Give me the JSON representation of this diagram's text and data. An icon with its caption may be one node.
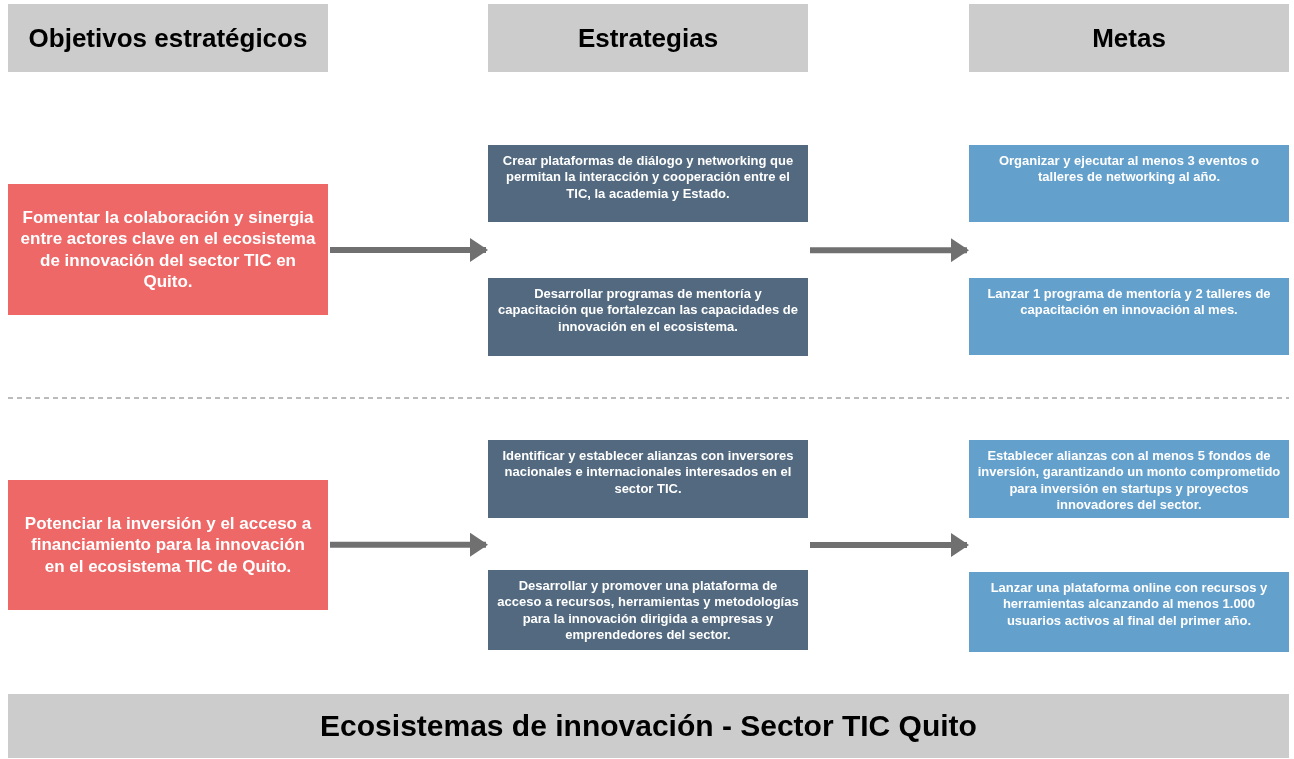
{
  "diagram": {
    "nodes": [
      {
        "text": [
          "Objetivos estratégicos"
        ]
      },
      {
        "text": [
          "Estrategias"
        ]
      },
      {
        "text": [
          "Metas"
        ]
      },
      {
        "text": [
          "Fomentar la colaboración y sinergia entre actores clave en el ecosistema de innovación del sector TIC en Quito."
        ]
      },
      {
        "text": [
          "Crear plataformas de diálogo y networking que permitan la interacción y cooperación entre el TIC, la academia y Estado."
        ]
      },
      {
        "text": [
          "Desarrollar programas de mentoría y capacitación que fortalezcan las capacidades de innovación en el ecosistema."
        ]
      },
      {
        "text": [
          "Organizar y ejecutar al menos 3 eventos o talleres de networking al año."
        ]
      },
      {
        "text": [
          "Lanzar 1 programa de mentoría y 2 talleres de capacitación en innovación al mes."
        ]
      },
      {
        "text": [
          "Potenciar la inversión y el acceso a financiamiento para la innovación en el ecosistema TIC de Quito."
        ]
      },
      {
        "text": [
          "Identificar y establecer alianzas con inversores nacionales e internacionales interesados en el sector TIC."
        ]
      },
      {
        "text": [
          "Desarrollar y promover una plataforma de acceso a recursos, herramientas y metodologías para la innovación dirigida a empresas y emprendedores del sector."
        ]
      },
      {
        "text": [
          "Establecer alianzas con al menos 5 fondos de inversión, garantizando un monto comprometido para inversión en startups y proyectos innovadores del sector."
        ]
      },
      {
        "text": [
          "Lanzar una plataforma online con recursos y herramientas alcanzando al menos 1.000 usuarios activos al final del primer año."
        ]
      },
      {
        "text": [
          "Ecosistemas de innovación - Sector TIC Quito"
        ]
      }
    ],
    "edges": [
      {
        "from": 3,
        "to": 4,
        "arrow": "to"
      },
      {
        "from": 3,
        "to": 5,
        "arrow": "to"
      },
      {
        "from": 4,
        "to": 6,
        "arrow": "to"
      },
      {
        "from": 5,
        "to": 7,
        "arrow": "to"
      },
      {
        "from": 8,
        "to": 9,
        "arrow": "to"
      },
      {
        "from": 8,
        "to": 10,
        "arrow": "to"
      },
      {
        "from": 9,
        "to": 11,
        "arrow": "to"
      },
      {
        "from": 10,
        "to": 12,
        "arrow": "to"
      }
    ]
  }
}
